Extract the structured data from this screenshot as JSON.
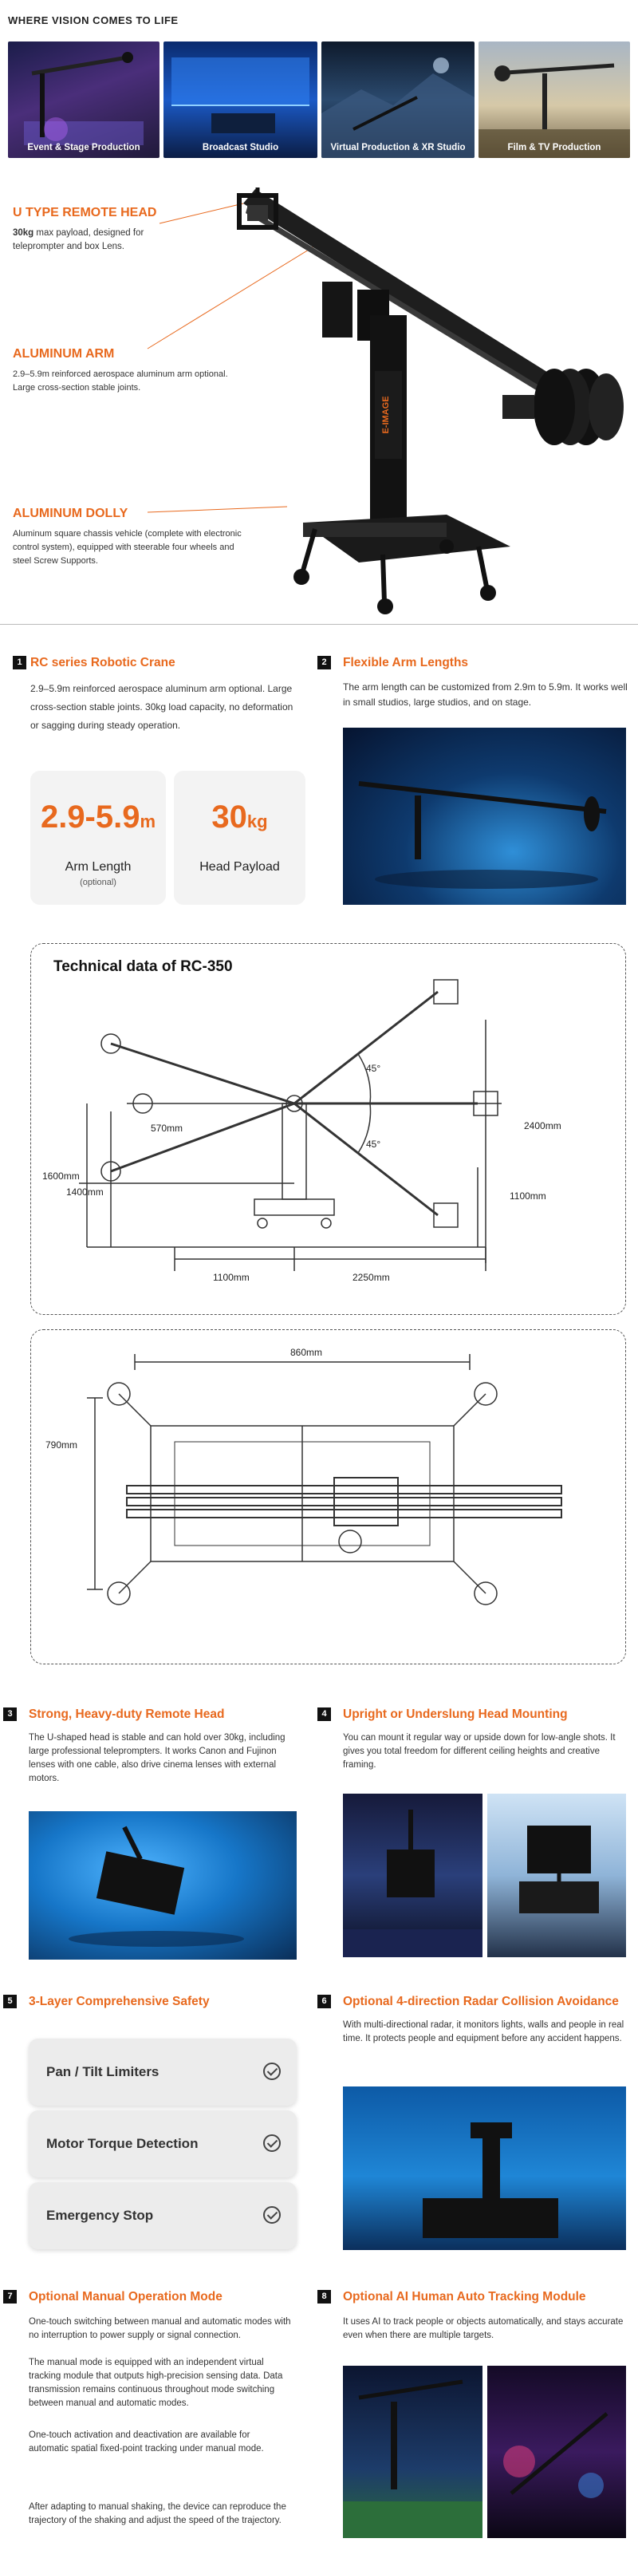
{
  "header": {
    "title": "WHERE VISION COMES TO LIFE"
  },
  "tiles": [
    {
      "label": "Event & Stage Production"
    },
    {
      "label": "Broadcast Studio"
    },
    {
      "label": "Virtual Production & XR Studio"
    },
    {
      "label": "Film & TV Production"
    }
  ],
  "product": {
    "brand": "E-IMAGE",
    "features": [
      {
        "title": "U TYPE REMOTE HEAD",
        "bold": "30kg",
        "desc": " max payload, designed for teleprompter and box Lens."
      },
      {
        "title": "ALUMINUM ARM",
        "desc": "2.9–5.9m reinforced aerospace aluminum arm optional. Large cross-section stable joints."
      },
      {
        "title": "ALUMINUM DOLLY",
        "desc": "Aluminum square chassis vehicle (complete with electronic control system), equipped with steerable four wheels and steel Screw Supports."
      }
    ]
  },
  "sections": {
    "s1": {
      "num": "1",
      "title": "RC series Robotic Crane",
      "desc": "2.9–5.9m reinforced aerospace aluminum arm optional. Large cross-section stable joints. 30kg load capacity, no deformation or sagging during steady operation."
    },
    "s2": {
      "num": "2",
      "title": "Flexible Arm Lengths",
      "desc": "The arm length can be customized from 2.9m to 5.9m. It works well in small studios, large studios, and on stage."
    },
    "s3": {
      "num": "3",
      "title": "Strong, Heavy-duty Remote Head",
      "desc": "The U-shaped head is stable and can hold over 30kg, including large professional teleprompters. It works Canon and Fujinon lenses with one cable, also drive cinema lenses with external motors."
    },
    "s4": {
      "num": "4",
      "title": "Upright or Underslung Head Mounting",
      "desc": "You can mount it regular way or upside down for low-angle shots. It gives you total freedom for different ceiling heights and creative framing."
    },
    "s5": {
      "num": "5",
      "title": "3-Layer Comprehensive Safety"
    },
    "s6": {
      "num": "6",
      "title": "Optional 4-direction Radar Collision Avoidance",
      "desc": "With multi-directional radar, it monitors lights, walls and people in real time. It protects people and equipment before any accident happens."
    },
    "s7": {
      "num": "7",
      "title": "Optional Manual Operation Mode",
      "p1": "One-touch switching between manual and automatic modes with no interruption to power supply or signal connection.",
      "p2": "The manual mode is equipped with an independent virtual tracking module that outputs high-precision sensing data. Data transmission remains continuous throughout mode switching between manual and automatic modes.",
      "p3": "One-touch activation and deactivation are available for automatic spatial fixed-point tracking under manual mode.",
      "p4": "After adapting to manual shaking, the device can reproduce the trajectory of the shaking and adjust the speed of the trajectory."
    },
    "s8": {
      "num": "8",
      "title": "Optional AI Human Auto Tracking Module",
      "desc": "It uses AI to track people or objects automatically, and stays accurate even when there are multiple targets."
    }
  },
  "stats": [
    {
      "value": "2.9-5.9",
      "unit": "m",
      "label": "Arm Length",
      "sub": "(optional)"
    },
    {
      "value": "30",
      "unit": "kg",
      "label": "Head Payload",
      "sub": ""
    }
  ],
  "technical": {
    "title": "Technical data of RC-350",
    "angle_top": "45°",
    "angle_bottom": "45°",
    "d570": "570mm",
    "d1600": "1600mm",
    "d1400": "1400mm",
    "d2400": "2400mm",
    "d1100v": "1100mm",
    "d1100h": "1100mm",
    "d2250": "2250mm",
    "d860": "860mm",
    "d790": "790mm"
  },
  "safety": [
    {
      "label": "Pan / Tilt Limiters"
    },
    {
      "label": "Motor Torque Detection"
    },
    {
      "label": "Emergency Stop"
    }
  ]
}
